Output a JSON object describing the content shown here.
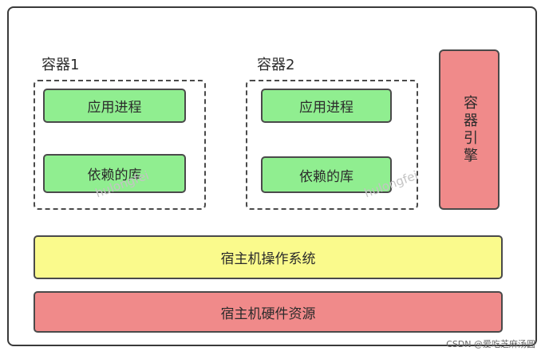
{
  "containers": [
    {
      "label": "容器1",
      "process_label": "应用进程",
      "library_label": "依赖的库"
    },
    {
      "label": "容器2",
      "process_label": "应用进程",
      "library_label": "依赖的库"
    }
  ],
  "engine": {
    "label": "容器引擎"
  },
  "host_os": {
    "label": "宿主机操作系统"
  },
  "host_hardware": {
    "label": "宿主机硬件资源"
  },
  "watermarks": [
    "hulongfei",
    "hulongfei"
  ],
  "source_caption": "CSDN @爱吃芝麻汤圆",
  "colors": {
    "green_box": "#90ee90",
    "red_box": "#f08a8a",
    "yellow_box": "#fafa8c"
  }
}
